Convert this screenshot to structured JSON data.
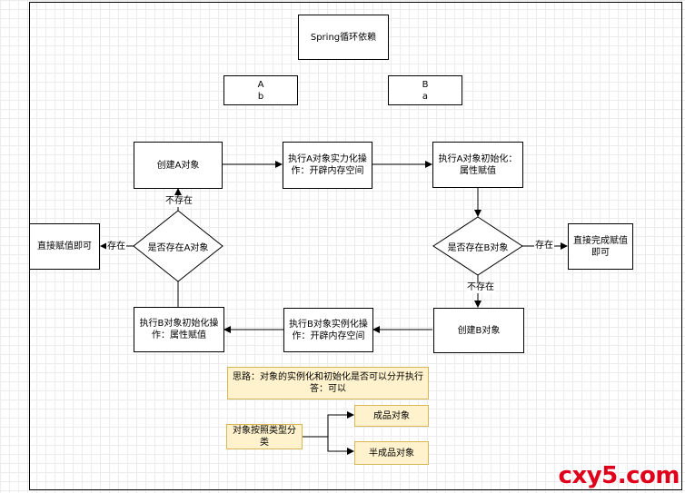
{
  "title": "Spring循环依赖",
  "box_a": {
    "line1": "A",
    "line2": "b"
  },
  "box_b": {
    "line1": "B",
    "line2": "a"
  },
  "create_a": "创建A对象",
  "instantiate_a": "执行A对象实力化操作：开辟内存空间",
  "init_a": "执行A对象初始化：属性赋值",
  "check_b": "是否存在B对象",
  "complete_assign": "直接完成赋值即可",
  "create_b": "创建B对象",
  "instantiate_b": "执行B对象实例化操作：开辟内存空间",
  "init_b": "执行B对象初始化操作：属性赋值",
  "check_a": "是否存在A对象",
  "direct_assign": "直接赋值即可",
  "edge_labels": {
    "not_exist_a": "不存在",
    "exist_a": "存在",
    "exist_b": "存在",
    "not_exist_b": "不存在"
  },
  "note_thinking": "思路：对象的实例化和初始化是否可以分开执行 答：可以",
  "classify": "对象按照类型分类",
  "finished_obj": "成品对象",
  "half_finished_obj": "半成品对象",
  "watermark": "cxy5.com",
  "colors": {
    "note_fill": "#fff2cc",
    "note_border": "#d6b656",
    "watermark": "#e0001b"
  }
}
